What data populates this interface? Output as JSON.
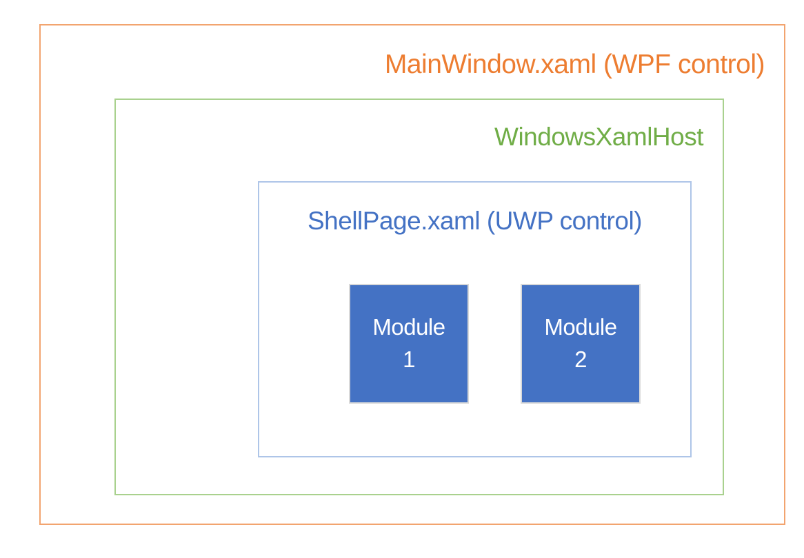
{
  "boxes": {
    "main_window": {
      "label": "MainWindow.xaml (WPF control)",
      "text_color": "#ED7D31",
      "border_color": "#F2A46F"
    },
    "xaml_host": {
      "label": "WindowsXamlHost",
      "text_color": "#70AD47",
      "border_color": "#A9D18E"
    },
    "shell_page": {
      "label": "ShellPage.xaml (UWP control)",
      "text_color": "#4472C4",
      "border_color": "#AEC5E8"
    }
  },
  "modules": [
    {
      "line1": "Module",
      "line2": "1",
      "fill_color": "#4472C4",
      "border_color": "#D9D9D9",
      "text_color": "#FFFFFF"
    },
    {
      "line1": "Module",
      "line2": "2",
      "fill_color": "#4472C4",
      "border_color": "#D9D9D9",
      "text_color": "#FFFFFF"
    }
  ],
  "canvas": {
    "background_color": "#FFFFFF"
  }
}
